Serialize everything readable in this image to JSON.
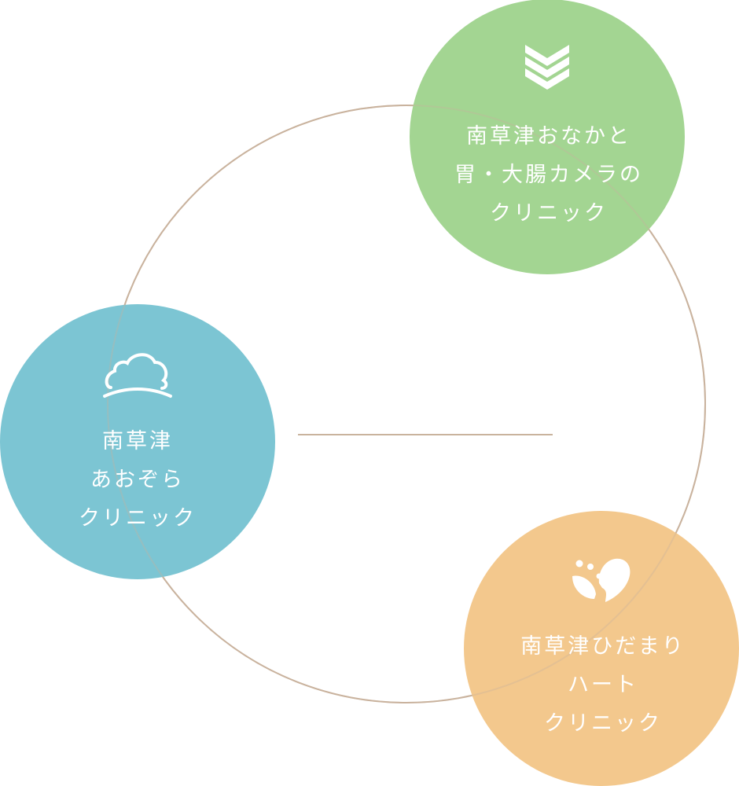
{
  "colors": {
    "ring": "#c9b39d",
    "connector": "#c9b39d",
    "green": "#a3d592",
    "blue": "#7cc5d3",
    "orange": "#f3c88d",
    "text": "#ffffff"
  },
  "clinics": [
    {
      "id": "green",
      "icon": "stacked-chevron-logo-icon",
      "lines": [
        "南草津おなかと",
        "胃・大腸カメラの",
        "クリニック"
      ]
    },
    {
      "id": "blue",
      "icon": "cloud-logo-icon",
      "lines": [
        "南草津",
        "あおぞら",
        "クリニック"
      ]
    },
    {
      "id": "orange",
      "icon": "heart-dots-logo-icon",
      "lines": [
        "南草津ひだまり",
        "ハート",
        "クリニック"
      ]
    }
  ]
}
